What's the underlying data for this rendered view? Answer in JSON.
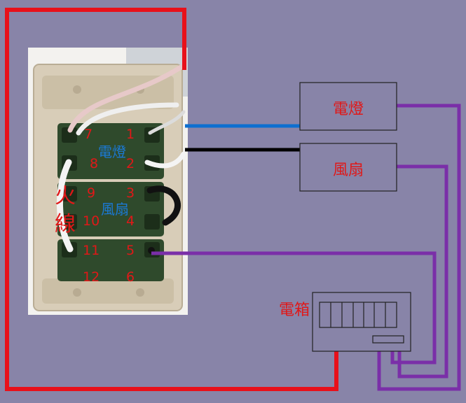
{
  "boxes": {
    "light": "電燈",
    "fan": "風扇",
    "panel": "電箱"
  },
  "photo_labels": {
    "light": "電燈",
    "fan": "風扇",
    "live_1": "火",
    "live_2": "線"
  },
  "terminals": {
    "left": [
      "7",
      "8",
      "9",
      "10",
      "11",
      "12"
    ],
    "right": [
      "1",
      "2",
      "3",
      "4",
      "5",
      "6"
    ]
  },
  "colors": {
    "background": "#8884a8",
    "red_wire": "#e8101a",
    "purple_wire": "#7a2fa8",
    "blue_wire": "#0d6fd0",
    "black_wire": "#000000",
    "label_red": "#e01818",
    "label_blue": "#1b79d4",
    "switch_green": "#2f4a2c",
    "plate": "#d8cdb8"
  }
}
